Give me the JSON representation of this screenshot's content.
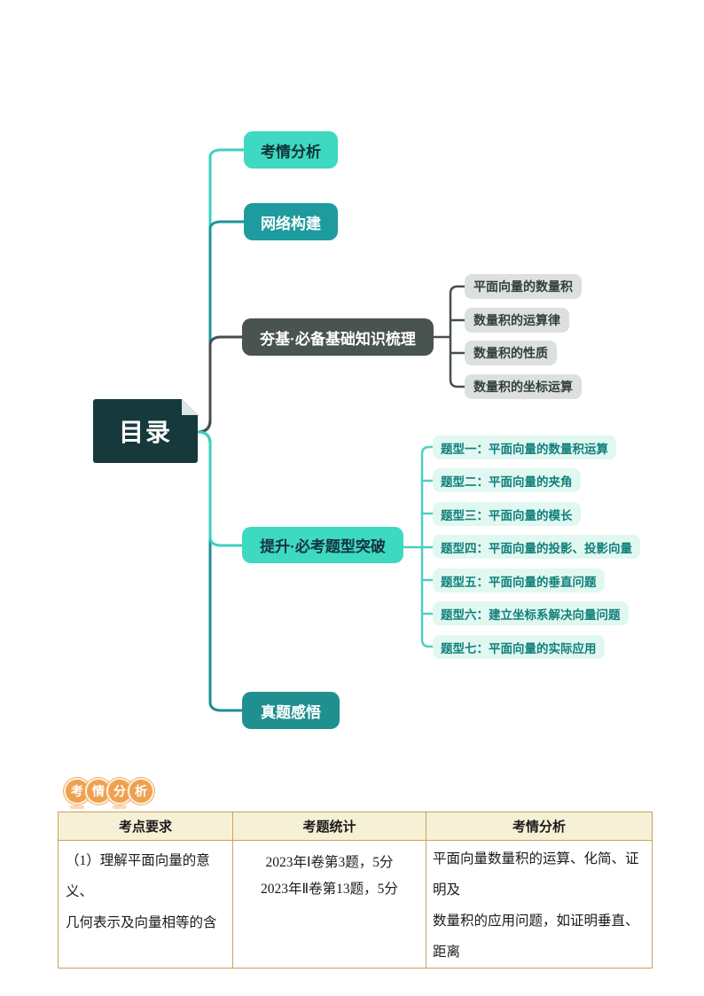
{
  "mindmap": {
    "root_label": "目录",
    "branches": [
      {
        "label": "考情分析"
      },
      {
        "label": "网络构建"
      },
      {
        "label": "夯基·必备基础知识梳理",
        "children": [
          "平面向量的数量积",
          "数量积的运算律",
          "数量积的性质",
          "数量积的坐标运算"
        ]
      },
      {
        "label": "提升·必考题型突破",
        "children": [
          "题型一：平面向量的数量积运算",
          "题型二：平面向量的夹角",
          "题型三：平面向量的模长",
          "题型四：平面向量的投影、投影向量",
          "题型五：平面向量的垂直问题",
          "题型六：建立坐标系解决向量问题",
          "题型七：平面向量的实际应用"
        ]
      },
      {
        "label": "真题感悟"
      }
    ]
  },
  "badge": {
    "chars": [
      "考",
      "情",
      "分",
      "析"
    ]
  },
  "table": {
    "headers": [
      "考点要求",
      "考题统计",
      "考情分析"
    ],
    "rows": [
      {
        "requirement": [
          "（1）理解平面向量的意义、",
          "几何表示及向量相等的含"
        ],
        "statistics": [
          "2023年Ⅰ卷第3题，5分",
          "2023年Ⅱ卷第13题，5分"
        ],
        "analysis": [
          "平面向量数量积的运算、化简、证明及",
          "数量积的应用问题，如证明垂直、距离"
        ]
      }
    ]
  },
  "palette": {
    "root_box": "#16393C",
    "light_teal": "#3DD9C1",
    "medium_teal": "#1E9B9E",
    "dark_teal": "#1F8F90",
    "dark_gray": "#49534F",
    "gray_item_bg": "#DCE0DE",
    "mint_item_bg": "#E1F8F1",
    "mint_item_text": "#10807A",
    "badge_orange": "#EFA152",
    "table_border": "#C9A35F",
    "table_header_bg": "#F6F0D7"
  }
}
